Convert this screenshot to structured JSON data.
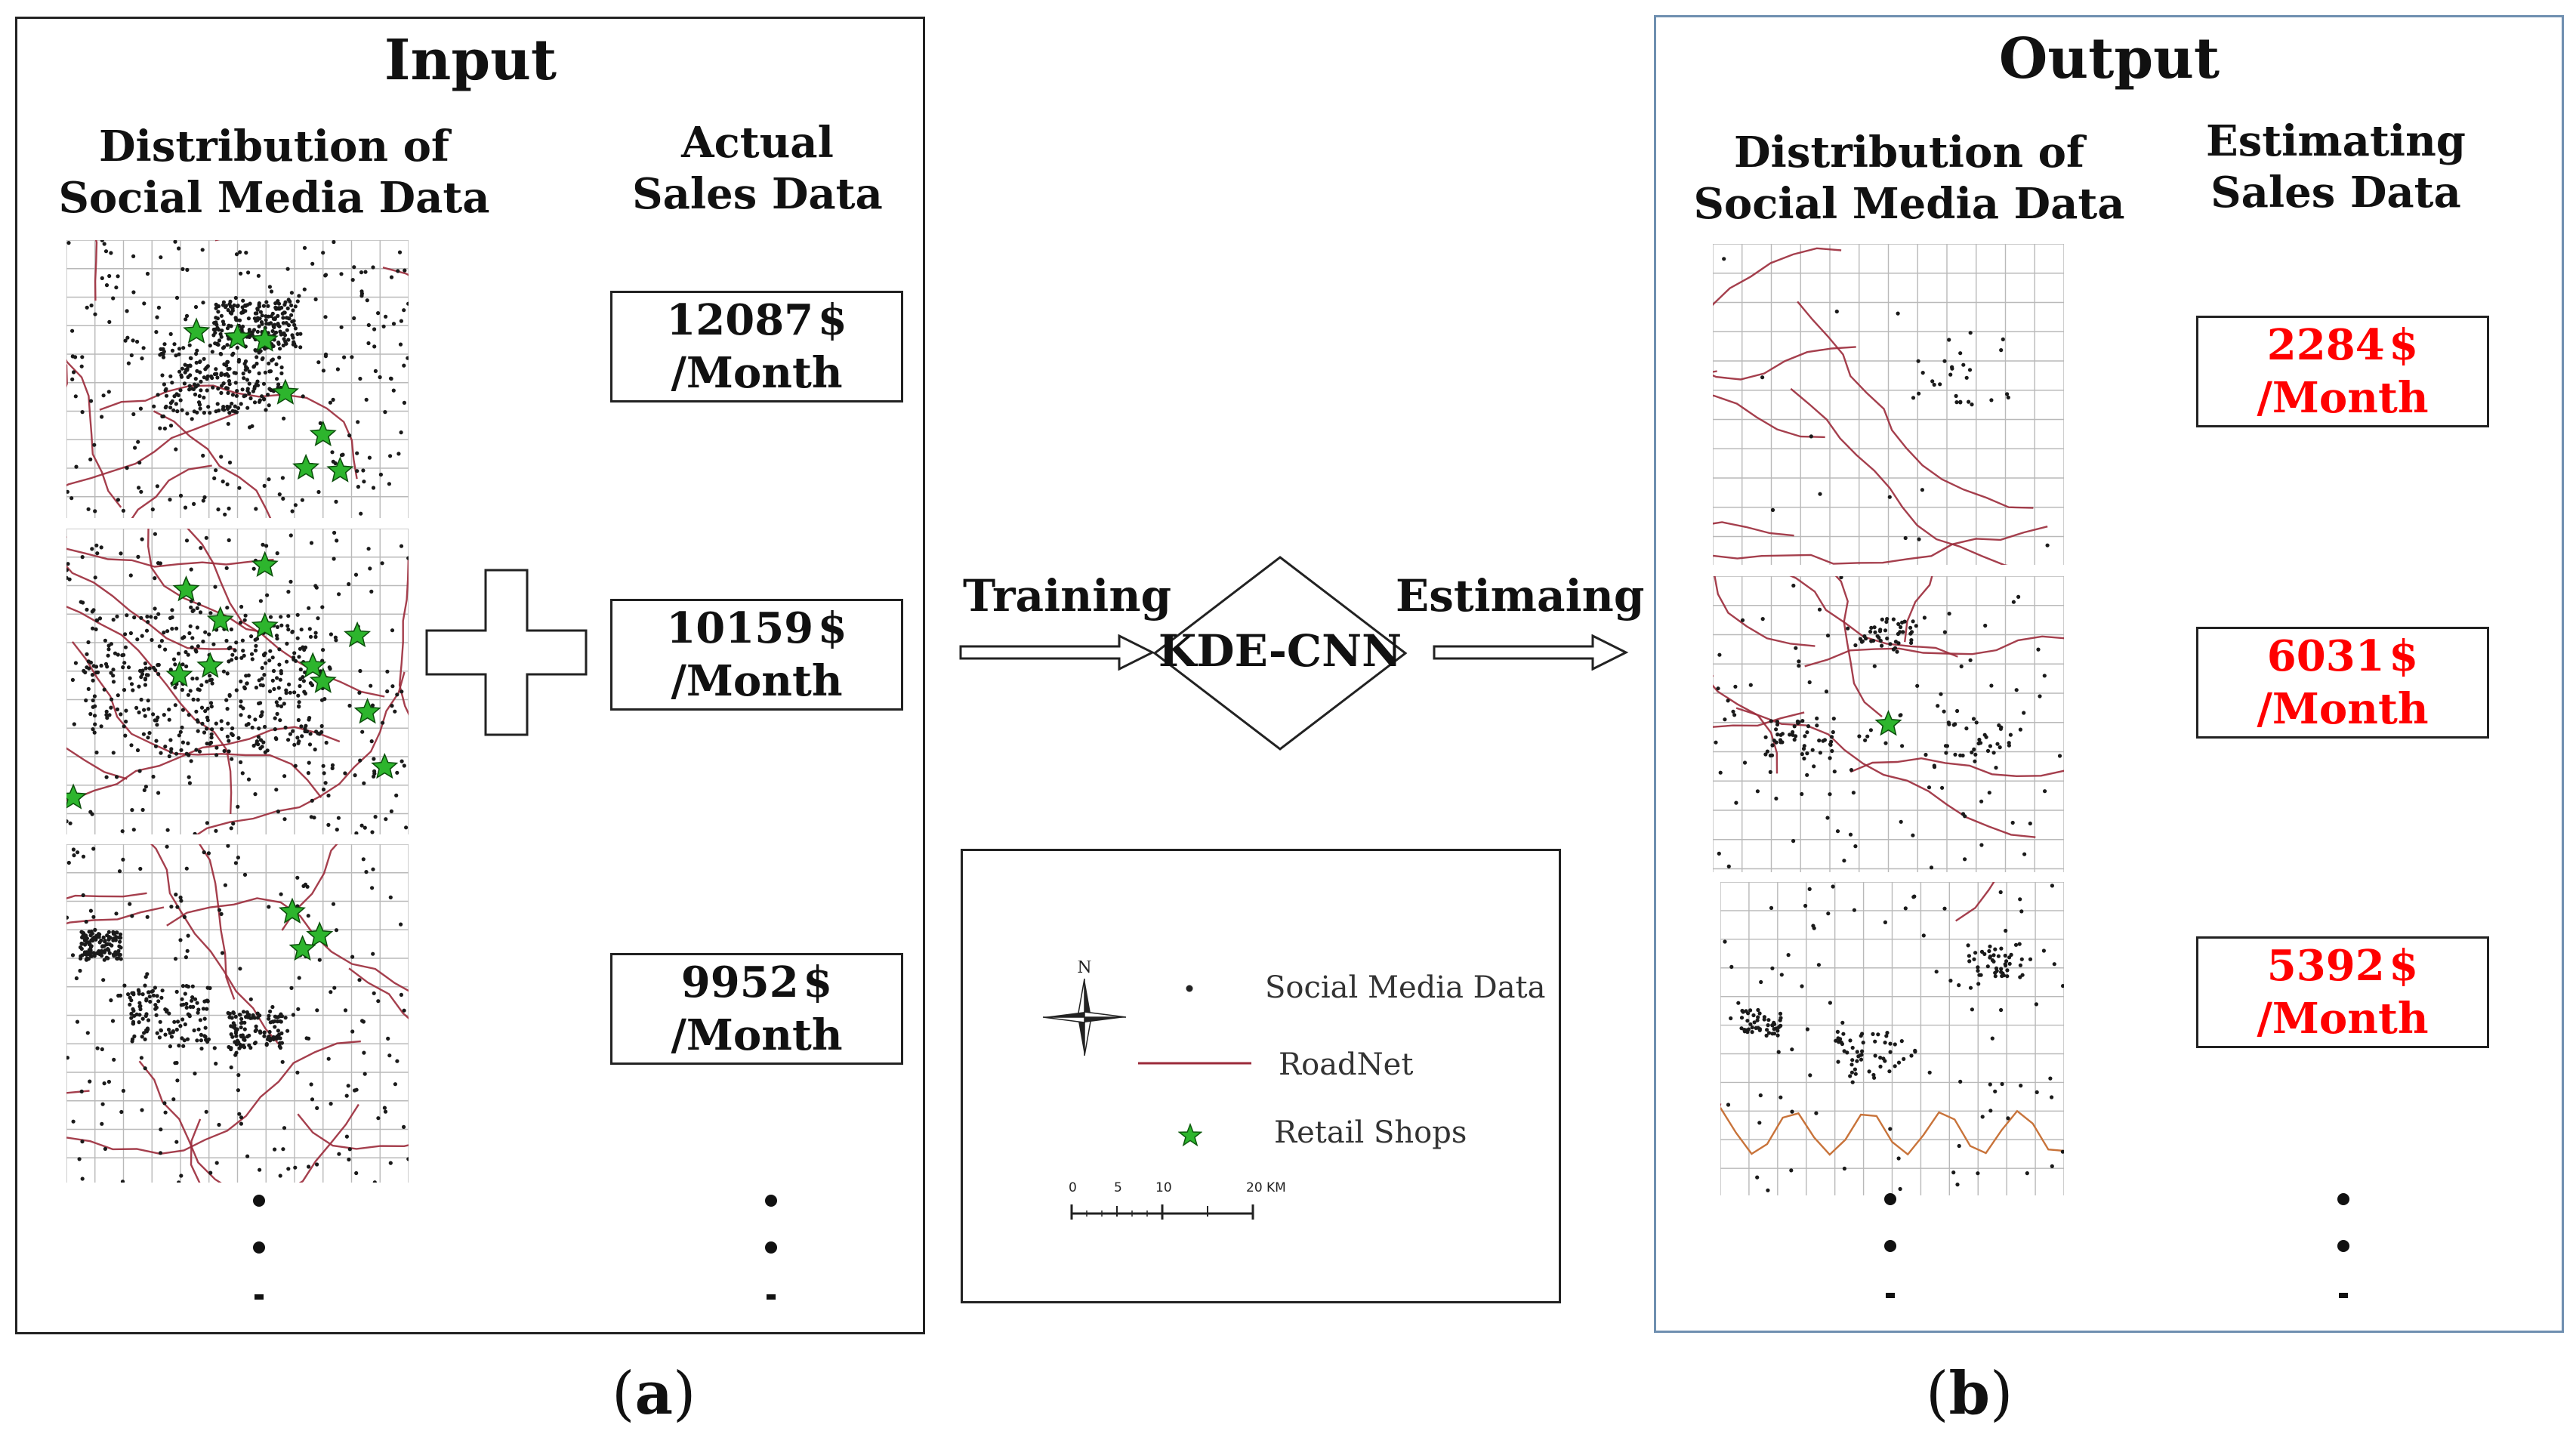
{
  "input_panel": {
    "title": "Input",
    "col_distribution": [
      "Distribution of",
      "Social Media Data"
    ],
    "col_sales": [
      "Actual",
      "Sales Data"
    ],
    "sales": [
      {
        "value": "12087",
        "currency": "$",
        "unit": "/Month"
      },
      {
        "value": "10159",
        "currency": "$",
        "unit": "/Month"
      },
      {
        "value": "9952",
        "currency": "$",
        "unit": "/Month"
      }
    ]
  },
  "output_panel": {
    "title": "Output",
    "col_distribution": [
      "Distribution of",
      "Social Media Data"
    ],
    "col_sales": [
      "Estimating",
      "Sales Data"
    ],
    "sales": [
      {
        "value": "2284",
        "currency": "$",
        "unit": "/Month"
      },
      {
        "value": "6031",
        "currency": "$",
        "unit": "/Month"
      },
      {
        "value": "5392",
        "currency": "$",
        "unit": "/Month"
      }
    ],
    "estimate_color": "#ff0000"
  },
  "flow": {
    "training_label": "Training",
    "model_label": "KDE-CNN",
    "estimating_label": "Estimaing"
  },
  "legend": {
    "north_label": "N",
    "items": [
      {
        "label": "Social Media Data",
        "icon": "point-icon"
      },
      {
        "label": "RoadNet",
        "icon": "line-icon"
      },
      {
        "label": "Retail Shops",
        "icon": "star-icon"
      }
    ],
    "scale_ticks": [
      "0",
      "5",
      "10",
      "20 KM"
    ]
  },
  "captions": {
    "a": [
      "(",
      "a",
      ")"
    ],
    "b": [
      "(",
      "b",
      ")"
    ]
  },
  "colors": {
    "road": "#9b2a3a",
    "road_orange": "#c8733a",
    "shop_star": "#2db52d",
    "grid": "#b9b9b9",
    "output_border": "#6f8fb0"
  }
}
